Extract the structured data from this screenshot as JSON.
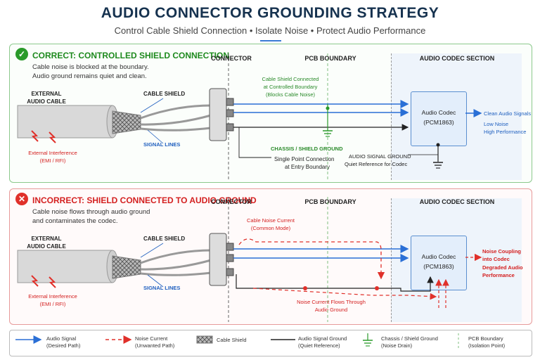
{
  "header": {
    "title": "AUDIO CONNECTOR GROUNDING STRATEGY",
    "subtitle": "Control Cable Shield Connection • Isolate Noise • Protect Audio Performance"
  },
  "correct": {
    "heading": "CORRECT: CONTROLLED SHIELD CONNECTION",
    "desc_line1": "Cable noise is blocked at the boundary.",
    "desc_line2": "Audio ground remains quiet and clean.",
    "col_connector": "CONNECTOR",
    "col_pcb": "PCB BOUNDARY",
    "col_codec": "AUDIO CODEC SECTION",
    "cable_label_1": "EXTERNAL",
    "cable_label_2": "AUDIO CABLE",
    "cable_shield": "CABLE SHIELD",
    "signal_lines": "SIGNAL LINES",
    "interference_1": "External Interference",
    "interference_2": "(EMI / RFI)",
    "shield_note_1": "Cable Shield Connected",
    "shield_note_2": "at Controlled Boundary",
    "shield_note_3": "(Blocks Cable Noise)",
    "chassis_label": "CHASSIS / SHIELD GROUND",
    "single_point_1": "Single Point Connection",
    "single_point_2": "at Entry Boundary",
    "audio_gnd_1": "AUDIO SIGNAL GROUND",
    "audio_gnd_2": "Quiet Reference for Codec",
    "codec_1": "Audio Codec",
    "codec_2": "(PCM1863)",
    "out_1": "Clean Audio Signals",
    "out_2": "Low Noise",
    "out_3": "High Performance"
  },
  "incorrect": {
    "heading": "INCORRECT: SHIELD CONNECTED TO AUDIO GROUND",
    "desc_line1": "Cable noise flows through audio ground",
    "desc_line2": "and contaminates the codec.",
    "col_connector": "CONNECTOR",
    "col_pcb": "PCB BOUNDARY",
    "col_codec": "AUDIO CODEC SECTION",
    "cable_label_1": "EXTERNAL",
    "cable_label_2": "AUDIO CABLE",
    "cable_shield": "CABLE SHIELD",
    "signal_lines": "SIGNAL LINES",
    "interference_1": "External Interference",
    "interference_2": "(EMI / RFI)",
    "noise_current_1": "Cable Noise Current",
    "noise_current_2": "(Common Mode)",
    "noise_flows_1": "Noise Current Flows Through",
    "noise_flows_2": "Audio Ground",
    "codec_1": "Audio Codec",
    "codec_2": "(PCM1863)",
    "out_1": "Noise Coupling",
    "out_2": "into Codec",
    "out_3": "Degraded Audio",
    "out_4": "Performance"
  },
  "legend": {
    "audio_signal_1": "Audio Signal",
    "audio_signal_2": "(Desired Path)",
    "noise_1": "Noise Current",
    "noise_2": "(Unwanted Path)",
    "shield": "Cable Shield",
    "audio_gnd_1": "Audio Signal Ground",
    "audio_gnd_2": "(Quiet Reference)",
    "chassis_1": "Chassis / Shield Ground",
    "chassis_2": "(Noise Drain)",
    "pcb_1": "PCB Boundary",
    "pcb_2": "(Isolation Point)"
  },
  "colors": {
    "signal_blue": "#2a6fd6",
    "noise_red": "#e0302a",
    "ground_green": "#2a9a2a",
    "correct_green": "#1e8a1e",
    "incorrect_red": "#d42020"
  }
}
